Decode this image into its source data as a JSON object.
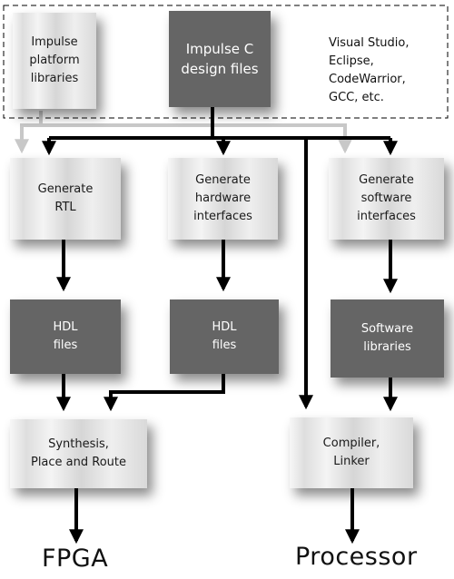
{
  "tools_note": "Visual Studio,\nEclipse,\nCodeWarrior,\nGCC, etc.",
  "boxes": {
    "platform_libraries": "Impulse\nplatform\nlibraries",
    "design_files": "Impulse C\ndesign files",
    "generate_rtl": "Generate\nRTL",
    "generate_hw": "Generate\nhardware\ninterfaces",
    "generate_sw": "Generate\nsoftware\ninterfaces",
    "hdl_files_1": "HDL\nfiles",
    "hdl_files_2": "HDL\nfiles",
    "software_libraries": "Software\nlibraries",
    "synthesis": "Synthesis,\nPlace and Route",
    "compiler": "Compiler,\nLinker"
  },
  "outputs": {
    "fpga": "FPGA",
    "processor": "Processor"
  }
}
